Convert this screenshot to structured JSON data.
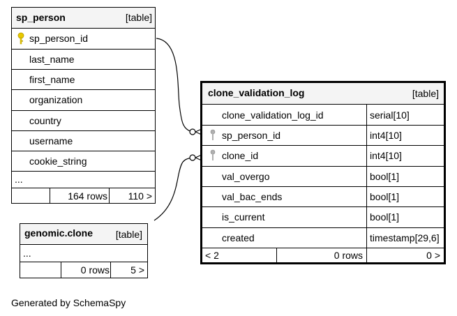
{
  "tables": {
    "sp_person": {
      "name": "sp_person",
      "type_label": "[table]",
      "columns": [
        "sp_person_id",
        "last_name",
        "first_name",
        "organization",
        "country",
        "username",
        "cookie_string"
      ],
      "ellipsis": "...",
      "rows_label": "164 rows",
      "children_label": "110 >"
    },
    "clone_validation_log": {
      "name": "clone_validation_log",
      "type_label": "[table]",
      "columns": [
        {
          "name": "clone_validation_log_id",
          "type": "serial[10]"
        },
        {
          "name": "sp_person_id",
          "type": "int4[10]"
        },
        {
          "name": "clone_id",
          "type": "int4[10]"
        },
        {
          "name": "val_overgo",
          "type": "bool[1]"
        },
        {
          "name": "val_bac_ends",
          "type": "bool[1]"
        },
        {
          "name": "is_current",
          "type": "bool[1]"
        },
        {
          "name": "created",
          "type": "timestamp[29,6]"
        }
      ],
      "parents_label": "< 2",
      "rows_label": "0 rows",
      "children_label": "0 >"
    },
    "genomic_clone": {
      "name": "genomic.clone",
      "type_label": "[table]",
      "ellipsis": "...",
      "rows_label": "0 rows",
      "children_label": "5 >"
    }
  },
  "icons": {
    "primary_key": "key-icon",
    "foreign_key": "foreign-key-icon",
    "primary_key_color": "#e8c800",
    "foreign_key_color": "#b0b0b0"
  },
  "footer": "Generated by SchemaSpy"
}
